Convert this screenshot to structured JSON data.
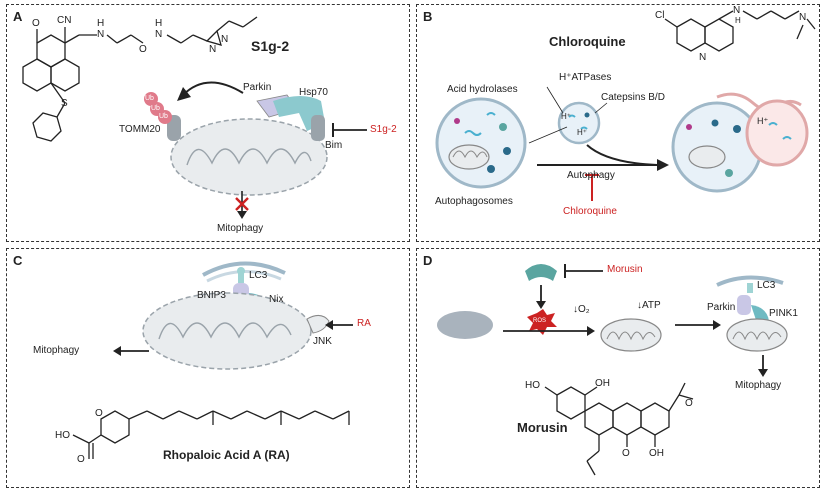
{
  "panels": {
    "a": {
      "label": "A",
      "compound": "S1g-2",
      "parkin": "Parkin",
      "hsp70": "Hsp70",
      "tomm20": "TOMM20",
      "bim": "Bim",
      "inhibitor": "S1g-2",
      "ub": "Ub",
      "outcome": "Mitophagy",
      "atom_cn": "CN",
      "atom_o": "O",
      "atom_s": "S",
      "atom_n1": "N",
      "atom_n2": "N",
      "atom_h1": "H",
      "atom_h2": "H",
      "atom_o2": "O",
      "atom_n3": "N",
      "atom_n4": "N"
    },
    "b": {
      "label": "B",
      "compound": "Chloroquine",
      "acid_hydrolases": "Acid hydrolases",
      "atpases": "H⁺ATPases",
      "catepsins": "Catepsins B/D",
      "autophagosomes": "Autophagosomes",
      "autophagy": "Autophagy",
      "inhibitor": "Chloroquine",
      "h_ion": "H⁺",
      "atom_cl": "Cl",
      "atom_n1": "N",
      "atom_n2": "N",
      "atom_h": "H",
      "atom_n3": "N"
    },
    "c": {
      "label": "C",
      "lc3": "LC3",
      "bnip3": "BNIP3",
      "nix": "Nix",
      "jnk": "JNK",
      "inhibitor": "RA",
      "outcome": "Mitophagy",
      "compound": "Rhopaloic Acid A (RA)",
      "atom_ho": "HO",
      "atom_o1": "O",
      "atom_o2": "O"
    },
    "d": {
      "label": "D",
      "inhibitor": "Morusin",
      "o2": "↓O₂",
      "atp": "↓ATP",
      "parkin": "Parkin",
      "lc3": "LC3",
      "pink1": "PINK1",
      "outcome": "Mitophagy",
      "compound": "Morusin",
      "ros": "ROS",
      "atom_ho1": "HO",
      "atom_oh1": "OH",
      "atom_o1": "O",
      "atom_o2": "O",
      "atom_oh2": "OH"
    }
  },
  "colors": {
    "inhibitor_red": "#cc2222",
    "mito_fill": "#e9ecee",
    "protein_teal": "#6fbac2",
    "protein_lavender": "#c9c7e6",
    "ub_pink": "#e07a8a",
    "panel_border": "#333333"
  },
  "icons": [
    "mitochondrion-icon",
    "lysosome-icon",
    "autophagosome-icon",
    "ubiquitin-icon",
    "ros-burst-icon",
    "blocked-cross-icon"
  ]
}
